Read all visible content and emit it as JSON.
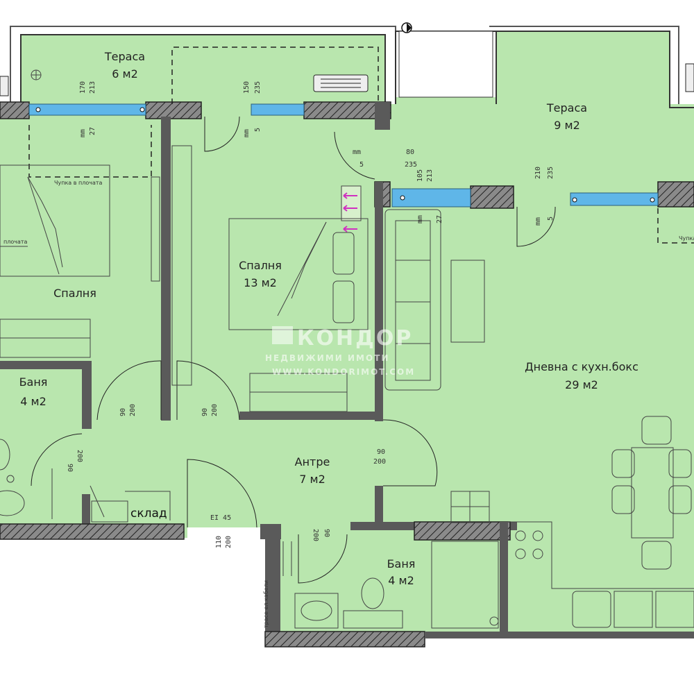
{
  "rooms": {
    "terrace_left": {
      "name": "Тераса",
      "area": "6 м2"
    },
    "terrace_right": {
      "name": "Тераса",
      "area": "9 м2"
    },
    "bedroom_left": {
      "name": "Спалня"
    },
    "bedroom_center": {
      "name": "Спалня",
      "area": "13 м2"
    },
    "bath_left": {
      "name": "Баня",
      "area": "4 м2"
    },
    "living": {
      "name": "Дневна с кухн.бокс",
      "area": "29 м2"
    },
    "hall": {
      "name": "Антре",
      "area": "7 м2"
    },
    "bath_right": {
      "name": "Баня",
      "area": "4 м2"
    },
    "storage": {
      "name": "склад"
    }
  },
  "dimensions": {
    "w1_top": "170",
    "w1_mid": "213",
    "w1_bot": "27",
    "w1_unit": "mm",
    "w2_top": "150",
    "w2_mid": "235",
    "w2_bot": "5",
    "w2_unit": "mm",
    "d1_unit": "mm",
    "d1_top": "80",
    "d1_a": "5",
    "d1_b": "235",
    "w3_top": "105",
    "w3_mid": "213",
    "w3_bot": "27",
    "w3_unit": "mm",
    "w4_top": "210",
    "w4_mid": "235",
    "w4_bot": "5",
    "w4_unit": "mm",
    "door_bl_a": "90",
    "door_bl_b": "200",
    "door_bc_a": "90",
    "door_bc_b": "200",
    "door_liv_a": "90",
    "door_liv_b": "200",
    "door_bath_a": "200",
    "door_bath_b": "90",
    "door_entry_label": "EI 45",
    "door_entry_a": "110",
    "door_entry_b": "200",
    "door_bath2_a": "200",
    "door_bath2_b": "90"
  },
  "annotations": {
    "slab_hole_1": "Чупка в плочата",
    "slab_hole_2": "плочата",
    "slab_hole_3": "Чупка",
    "cable": "трасе ел.кабели"
  },
  "watermark": {
    "brand": "КОНДОР",
    "subtitle": "НЕДВИЖИМИ ИМОТИ",
    "url": "WWW.KONDORIMOT.COM"
  },
  "colors": {
    "floor": "#b9e6ae",
    "wall": "#5a5a5a",
    "glass": "#5fb6e8",
    "door_arrow": "#d030c0"
  }
}
